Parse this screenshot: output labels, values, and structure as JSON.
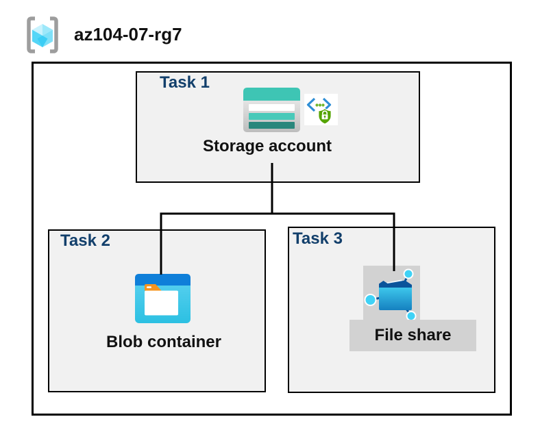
{
  "header": {
    "resource_group_name": "az104-07-rg7",
    "icon": "resource-group-icon"
  },
  "tasks": [
    {
      "id": "task1",
      "label": "Task 1",
      "resource": "Storage account",
      "icons": [
        "storage-account-icon",
        "secure-endpoint-icon"
      ]
    },
    {
      "id": "task2",
      "label": "Task 2",
      "resource": "Blob container",
      "icons": [
        "blob-container-icon"
      ]
    },
    {
      "id": "task3",
      "label": "Task 3",
      "resource": "File share",
      "icons": [
        "file-share-icon"
      ]
    }
  ],
  "connections": [
    {
      "from": "Storage account",
      "to": "Blob container"
    },
    {
      "from": "Storage account",
      "to": "File share"
    }
  ],
  "colors": {
    "task_label_navy": "#123f6b",
    "box_fill": "#f1f1f1",
    "box_border": "#000000",
    "storage_teal": "#3ec5b4",
    "storage_teal_dark": "#2a877c",
    "blob_bar_blue": "#0f7fd9",
    "blob_body_cyan": "#3cc8e9",
    "folder_tab_orange": "#f6941e",
    "shield_green": "#55a402",
    "chevron_blue": "#2e8ed5",
    "fileshare_node_cyan": "#3fd2f6",
    "fileshare_flap_navy": "#0a549b",
    "icon_gray_background": "#d2d2d2",
    "bracket_gray": "#9d9d9d",
    "cube_cyan": "#55d6f7"
  }
}
